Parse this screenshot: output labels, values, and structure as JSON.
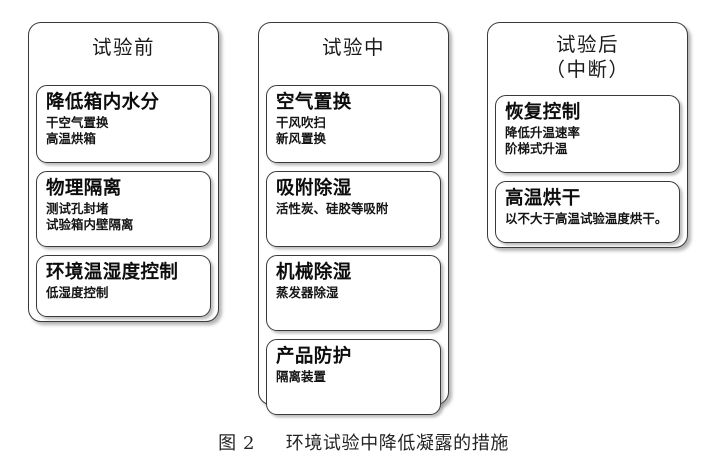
{
  "figure": {
    "caption_label": "图 2",
    "caption_text": "环境试验中降低凝露的措施",
    "caption_full": "图 2　环境试验中降低凝露的措施"
  },
  "columns": [
    {
      "id": "before-test",
      "title": "试验前",
      "title_line2": "",
      "cards": [
        {
          "title": "降低箱内水分",
          "desc": [
            "干空气置换",
            "高温烘箱"
          ]
        },
        {
          "title": "物理隔离",
          "desc": [
            "测试孔封堵",
            "试验箱内壁隔离"
          ]
        },
        {
          "title": "环境温湿度控制",
          "desc": [
            "低湿度控制"
          ]
        }
      ]
    },
    {
      "id": "during-test",
      "title": "试验中",
      "title_line2": "",
      "cards": [
        {
          "title": "空气置换",
          "desc": [
            "干风吹扫",
            "新风置换"
          ]
        },
        {
          "title": "吸附除湿",
          "desc": [
            "活性炭、硅胶等吸附"
          ]
        },
        {
          "title": "机械除湿",
          "desc": [
            "蒸发器除湿"
          ]
        },
        {
          "title": "产品防护",
          "desc": [
            "隔离装置"
          ]
        }
      ]
    },
    {
      "id": "after-test",
      "title": "试验后",
      "title_line2": "（中断）",
      "cards": [
        {
          "title": "恢复控制",
          "desc": [
            "降低升温速率",
            "阶梯式升温"
          ]
        },
        {
          "title": "高温烘干",
          "desc": [
            "以不大于高温试验温度烘干。"
          ]
        }
      ]
    }
  ],
  "colors": {
    "background": "#ffffff",
    "box_border": "#3a3a3a",
    "text": "#1a1a1a",
    "shadow": "#808080"
  }
}
